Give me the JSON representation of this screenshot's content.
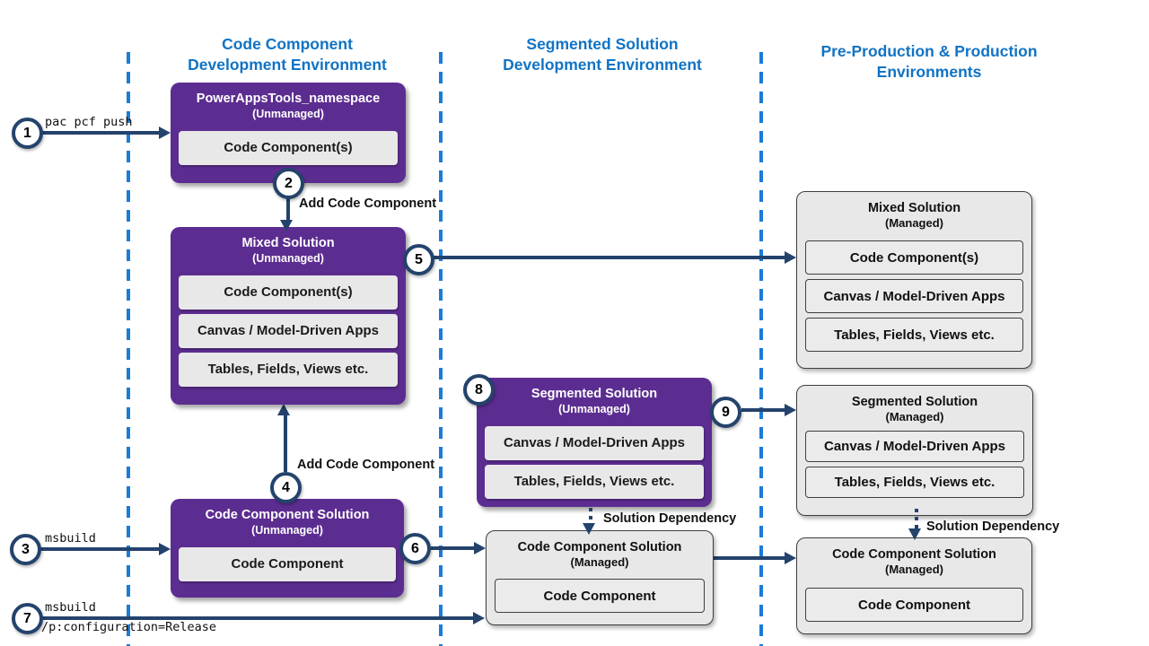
{
  "colors": {
    "unmanaged_purple": "#5c2d91",
    "arrow_navy": "#24436c",
    "column_line_blue": "#1b7bd8",
    "header_blue": "#1173c4",
    "managed_gray": "#e8e8e8"
  },
  "columns": [
    {
      "title_line1": "Code Component",
      "title_line2": "Development Environment"
    },
    {
      "title_line1": "Segmented Solution",
      "title_line2": "Development Environment"
    },
    {
      "title_line1": "Pre-Production & Production",
      "title_line2": "Environments"
    }
  ],
  "boxes": {
    "powerapps_tools": {
      "title": "PowerAppsTools_namespace",
      "subtitle": "(Unmanaged)",
      "rows": [
        "Code Component(s)"
      ]
    },
    "mixed_unmanaged": {
      "title": "Mixed Solution",
      "subtitle": "(Unmanaged)",
      "rows": [
        "Code Component(s)",
        "Canvas / Model-Driven Apps",
        "Tables, Fields, Views etc."
      ]
    },
    "code_component_unmanaged": {
      "title": "Code Component Solution",
      "subtitle": "(Unmanaged)",
      "rows": [
        "Code Component"
      ]
    },
    "segmented_unmanaged": {
      "title": "Segmented Solution",
      "subtitle": "(Unmanaged)",
      "rows": [
        "Canvas / Model-Driven Apps",
        "Tables, Fields, Views etc."
      ]
    },
    "mixed_managed": {
      "title": "Mixed Solution",
      "subtitle": "(Managed)",
      "rows": [
        "Code Component(s)",
        "Canvas / Model-Driven Apps",
        "Tables, Fields, Views etc."
      ]
    },
    "segmented_managed": {
      "title": "Segmented Solution",
      "subtitle": "(Managed)",
      "rows": [
        "Canvas / Model-Driven Apps",
        "Tables, Fields, Views etc."
      ]
    },
    "code_component_managed_mid": {
      "title": "Code Component Solution",
      "subtitle": "(Managed)",
      "rows": [
        "Code Component"
      ]
    },
    "code_component_managed_right": {
      "title": "Code Component Solution",
      "subtitle": "(Managed)",
      "rows": [
        "Code Component"
      ]
    }
  },
  "steps": [
    {
      "n": "1",
      "label": "pac pcf push"
    },
    {
      "n": "2",
      "label": "Add Code Component"
    },
    {
      "n": "3",
      "label": "msbuild"
    },
    {
      "n": "4",
      "label": "Add Code Component"
    },
    {
      "n": "5"
    },
    {
      "n": "6"
    },
    {
      "n": "7",
      "label": "msbuild",
      "label2": "/p:configuration=Release"
    },
    {
      "n": "8"
    },
    {
      "n": "9"
    }
  ],
  "labels": {
    "solution_dependency_mid": "Solution Dependency",
    "solution_dependency_right": "Solution Dependency"
  }
}
